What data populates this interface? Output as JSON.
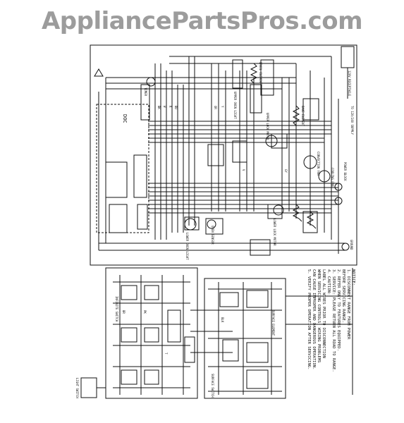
{
  "watermark": "AppliancePartsPros.com",
  "diagram": {
    "labels": {
      "doc": "DOC",
      "outlet": "120V RECEPTACLE",
      "timer": "TIMER",
      "upper_oven_light": "UPPER OVEN LIGHT",
      "lower_oven_light": "LOWER OVEN LIGHT",
      "upper_lock": "UPPER LOCK MOTOR",
      "lower_lock": "LOWER LOCK MOTOR",
      "broil": "BROIL ELEMENT",
      "bake": "BAKE ELEMENT",
      "convection": "CONVECTION FAN",
      "power": "POWER BLOCK",
      "cooling_fan": "COOLING FAN",
      "ground": "GROUND",
      "supply": "TO 120/240 SUPPLY",
      "surface": "SURFACE ELEMENT",
      "infinite": "INFINITE SWITCH",
      "sensor": "OVEN SENSOR",
      "surface_sw": "SURFACE SWITCH",
      "lights": "LIGHT SWITCH"
    },
    "wire_labels": [
      "BK",
      "W",
      "R",
      "BU",
      "OR",
      "Y",
      "V",
      "GY",
      "BR",
      "PK",
      "T",
      "BLK"
    ],
    "notice": [
      "NOTICE:",
      "1. DISCONNECT RANGE FROM POWER",
      "   BEFORE SERVICING RANGE.",
      "2. REFER ONLY TO FEATURES EQUIPPED.",
      "3. SERVICE: PLEASE RETURN ALL ROAD TO RANGE.",
      "4. CAUTION:",
      "   LABEL ALL WIRES PRIOR TO DISCONNECTION",
      "   WHEN SERVICING CONTROLS. WIRING PROBLEMS",
      "   CAN CAUSE IMPROPER AND DANGEROUS OPERATION.",
      "5. VERIFY PROPER OPERATION AFTER SERVICING."
    ]
  }
}
